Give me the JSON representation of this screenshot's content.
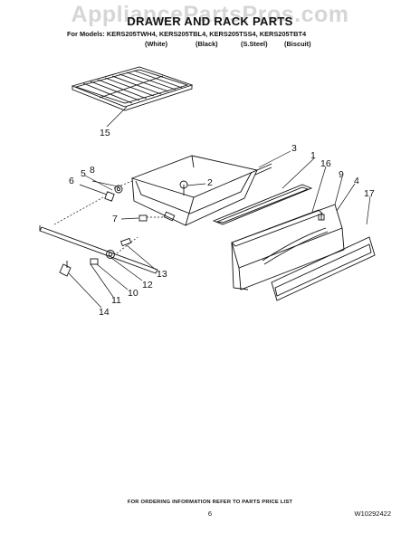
{
  "watermark": "AppliancePartsPros.com",
  "title": "DRAWER AND RACK PARTS",
  "models_line": "For Models: KERS205TWH4, KERS205TBL4, KERS205TSS4, KERS205TBT4",
  "finishes": [
    "(White)",
    "(Black)",
    "(S.Steel)",
    "(Biscuit)"
  ],
  "callouts": [
    "15",
    "3",
    "2",
    "1",
    "16",
    "8",
    "5",
    "6",
    "9",
    "4",
    "7",
    "17",
    "13",
    "12",
    "10",
    "11",
    "14"
  ],
  "footer_note": "FOR ORDERING INFORMATION REFER TO PARTS PRICE LIST",
  "page_number": "6",
  "document_number": "W10292422"
}
